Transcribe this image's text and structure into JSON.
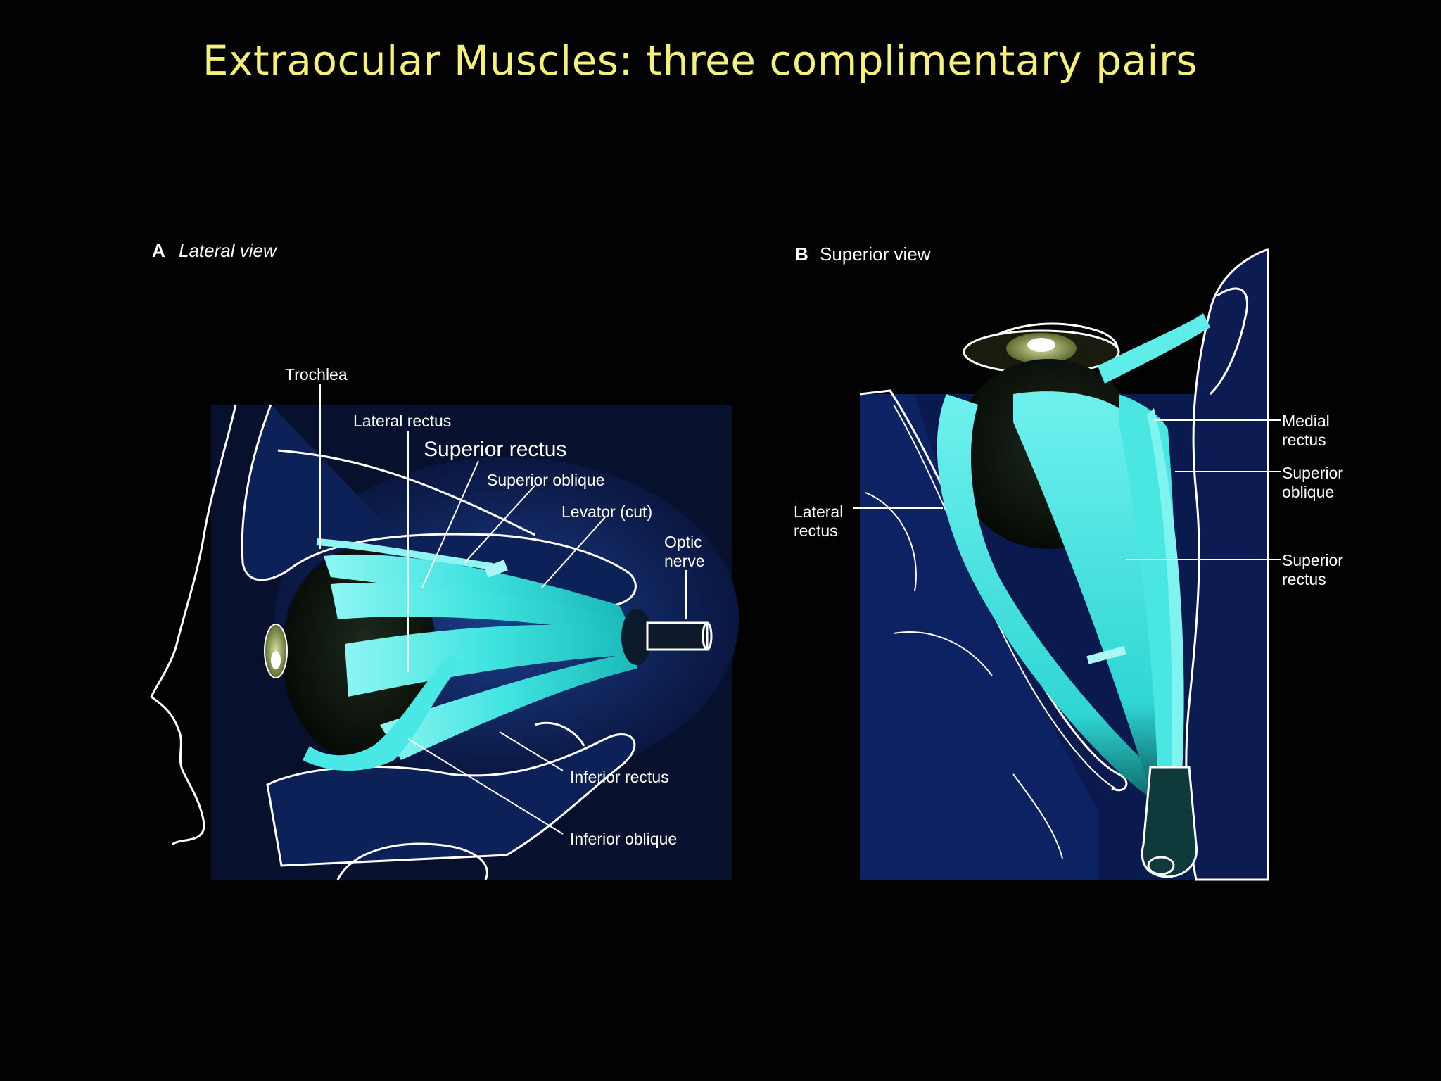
{
  "slide": {
    "title": "Extraocular Muscles: three complimentary pairs"
  },
  "panel_a": {
    "heading_letter": "A",
    "heading_text": "Lateral view",
    "labels": {
      "trochlea": "Trochlea",
      "lateral_rectus": "Lateral rectus",
      "superior_rectus": "Superior rectus",
      "superior_oblique": "Superior oblique",
      "levator": "Levator (cut)",
      "optic_nerve_line1": "Optic",
      "optic_nerve_line2": "nerve",
      "inferior_rectus": "Inferior rectus",
      "inferior_oblique": "Inferior oblique"
    }
  },
  "panel_b": {
    "heading_letter": "B",
    "heading_text": "Superior view",
    "labels": {
      "lateral_rectus_line1": "Lateral",
      "lateral_rectus_line2": "rectus",
      "medial_rectus_line1": "Medial",
      "medial_rectus_line2": "rectus",
      "superior_oblique_line1": "Superior",
      "superior_oblique_line2": "oblique",
      "superior_rectus_line1": "Superior",
      "superior_rectus_line2": "rectus"
    }
  },
  "colors": {
    "background": "#020202",
    "title": "#f4f07a",
    "muscle": "#3fe3e0",
    "orbit_fill": "#0b1a4a",
    "outline": "#ffffff"
  }
}
